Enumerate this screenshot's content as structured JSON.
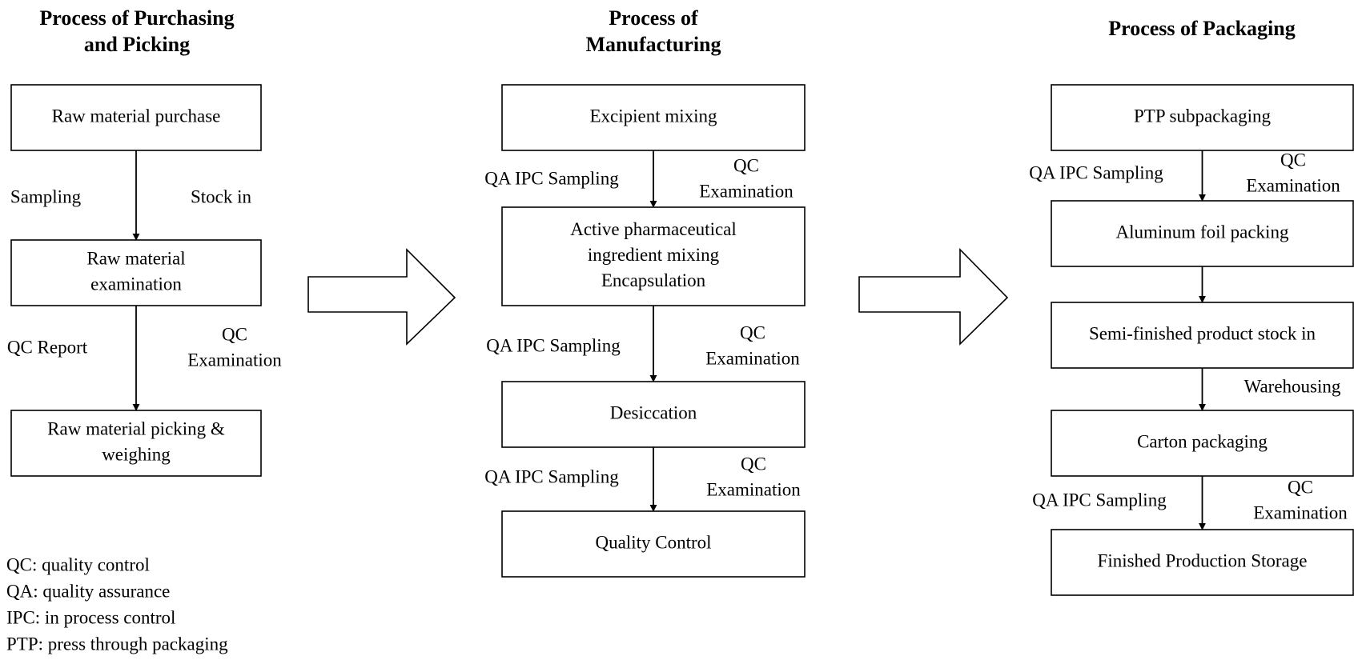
{
  "columns": {
    "purchasing": {
      "title_lines": [
        "Process of Purchasing",
        "and Picking"
      ],
      "boxes": [
        {
          "lines": [
            "Raw material purchase"
          ]
        },
        {
          "lines": [
            "Raw material",
            "examination"
          ]
        },
        {
          "lines": [
            "Raw material picking &",
            "weighing"
          ]
        }
      ],
      "edge_labels": [
        {
          "left": [
            "Sampling"
          ],
          "right": [
            "Stock in"
          ]
        },
        {
          "left": [
            "QC Report"
          ],
          "right": [
            "QC",
            "Examination"
          ]
        }
      ]
    },
    "manufacturing": {
      "title_lines": [
        "Process of",
        "Manufacturing"
      ],
      "boxes": [
        {
          "lines": [
            "Excipient mixing"
          ]
        },
        {
          "lines": [
            "Active pharmaceutical",
            "ingredient mixing",
            "Encapsulation"
          ]
        },
        {
          "lines": [
            "Desiccation"
          ]
        },
        {
          "lines": [
            "Quality Control"
          ]
        }
      ],
      "edge_labels": [
        {
          "left": [
            "QA IPC Sampling"
          ],
          "right": [
            "QC",
            "Examination"
          ]
        },
        {
          "left": [
            "QA IPC Sampling"
          ],
          "right": [
            "QC",
            "Examination"
          ]
        },
        {
          "left": [
            "QA IPC Sampling"
          ],
          "right": [
            "QC",
            "Examination"
          ]
        }
      ]
    },
    "packaging": {
      "title_lines": [
        "Process of Packaging"
      ],
      "boxes": [
        {
          "lines": [
            "PTP subpackaging"
          ]
        },
        {
          "lines": [
            "Aluminum foil packing"
          ]
        },
        {
          "lines": [
            "Semi-finished product stock in"
          ]
        },
        {
          "lines": [
            "Carton packaging"
          ]
        },
        {
          "lines": [
            "Finished Production Storage"
          ]
        }
      ],
      "edge_labels": [
        {
          "left": [
            "QA IPC Sampling"
          ],
          "right": [
            "QC",
            "Examination"
          ]
        },
        {
          "left": [],
          "right": []
        },
        {
          "left": [],
          "right": [
            "Warehousing"
          ]
        },
        {
          "left": [
            "QA IPC Sampling"
          ],
          "right": [
            "QC",
            "Examination"
          ]
        }
      ]
    }
  },
  "legend": [
    "QC: quality control",
    "QA: quality assurance",
    "IPC: in process control",
    "PTP: press through packaging"
  ]
}
